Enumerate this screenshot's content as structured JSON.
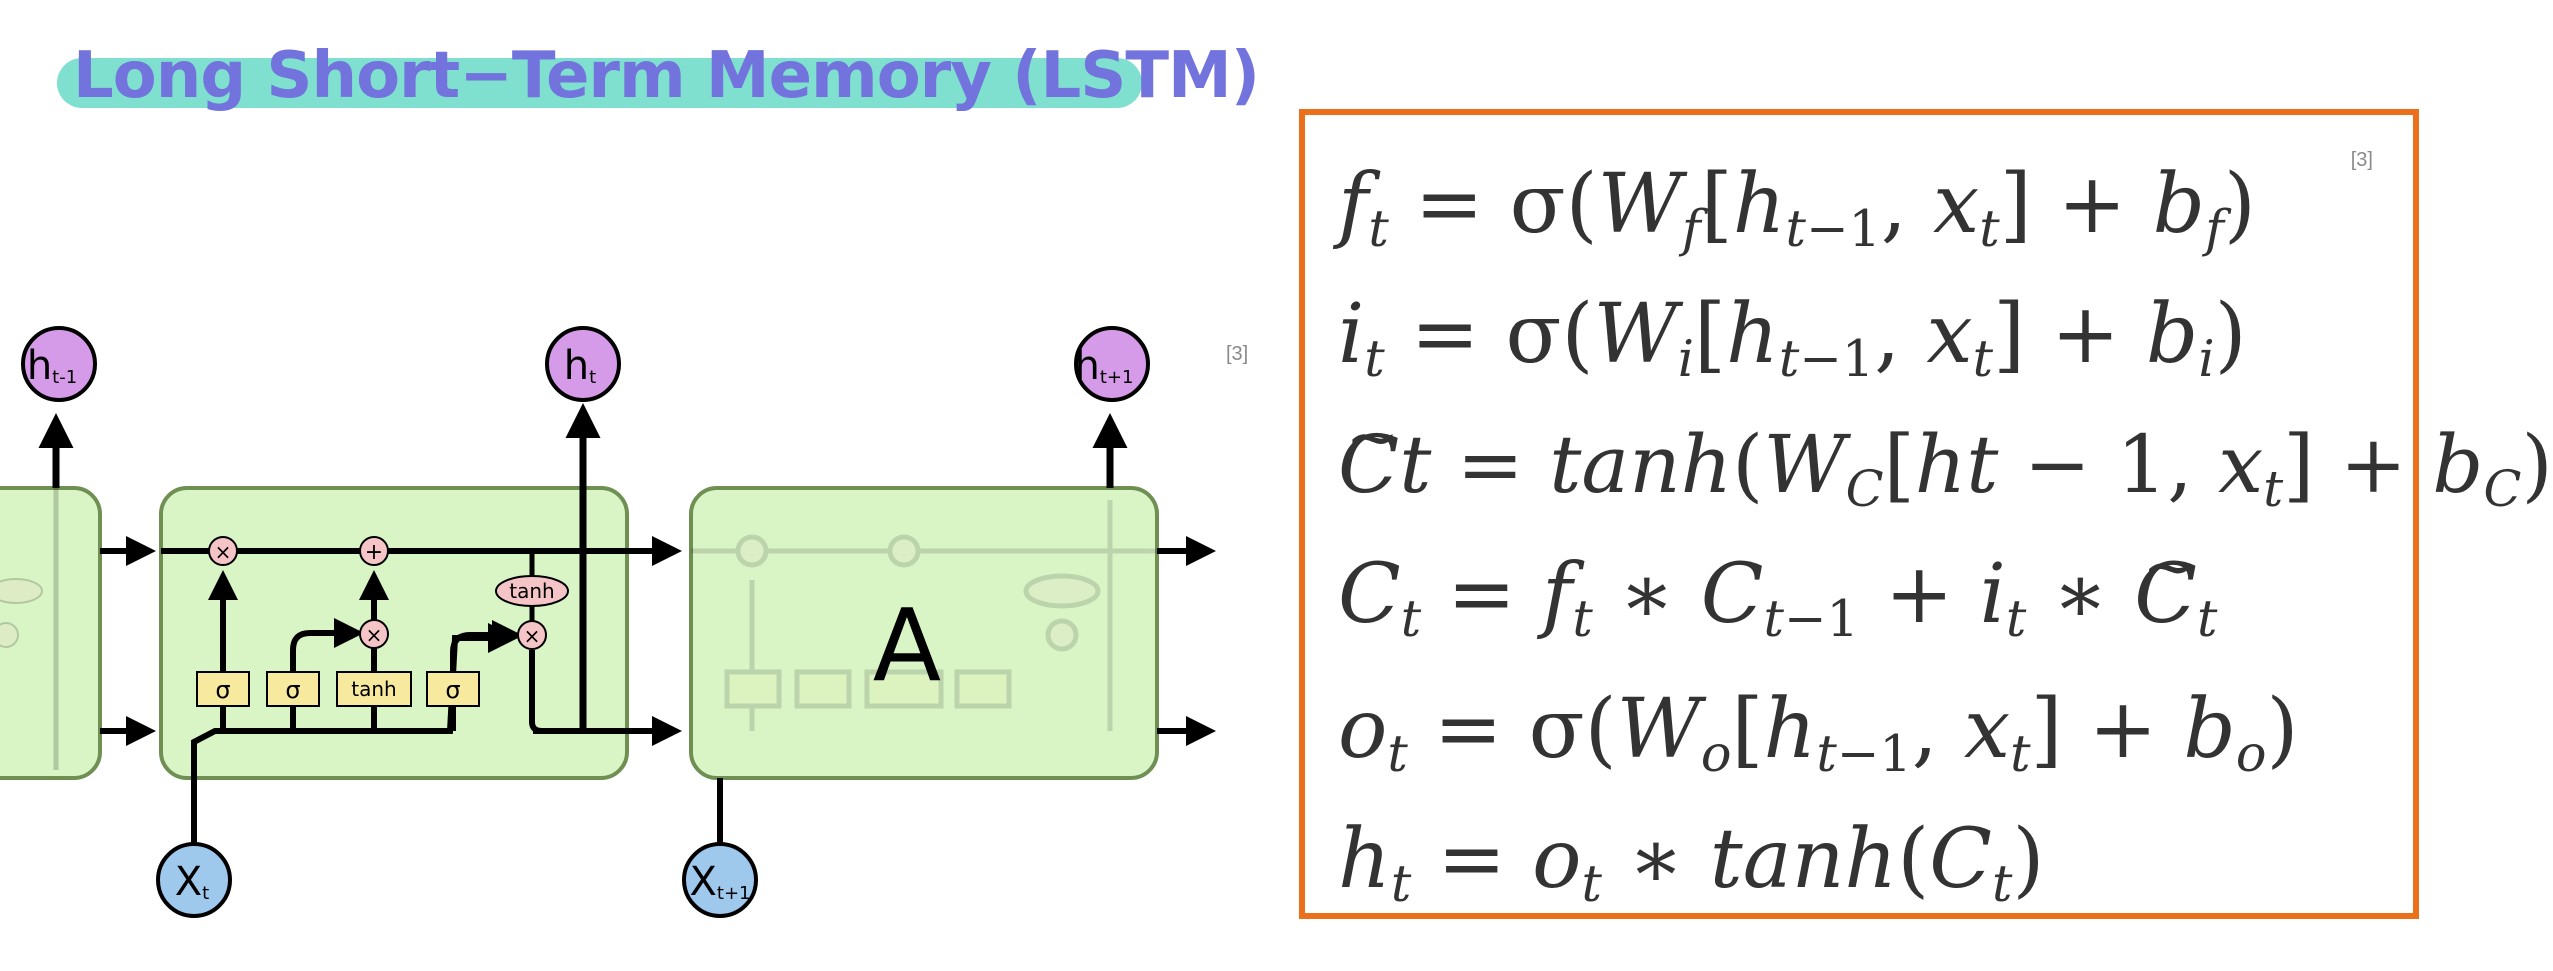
{
  "title": "Long Short−Term Memory (LSTM)",
  "ref_left": "[3]",
  "ref_right": "[3]",
  "diagram": {
    "hidden_labels": {
      "prev": "h",
      "prev_sub": "t-1",
      "cur": "h",
      "cur_sub": "t",
      "next": "h",
      "next_sub": "t+1"
    },
    "input_labels": {
      "cur": "X",
      "cur_sub": "t",
      "next": "X",
      "next_sub": "t+1"
    },
    "gate_labels": [
      "σ",
      "σ",
      "tanh",
      "σ"
    ],
    "tanh_label": "tanh",
    "mult_symbol": "×",
    "add_symbol": "+",
    "block_label": "A",
    "colors": {
      "cell": "#d9f5c6",
      "cell_border": "#6f8f53",
      "hidden": "#d59be8",
      "input": "#9fc8ed",
      "gate": "#f7ea9e",
      "op": "#f5c4c6"
    }
  },
  "equations": [
    {
      "id": "forget",
      "lhs": "f",
      "lhs_sub": "t",
      "rhs": "σ(W_f[h_t−1, x_t] + b_f)"
    },
    {
      "id": "input",
      "lhs": "i",
      "lhs_sub": "t",
      "rhs": "σ(W_i[h_t−1, x_t] + b_i)"
    },
    {
      "id": "candidate",
      "lhs": "C̃t",
      "rhs": "tanh(W_C[ht − 1, x_t] + b_C)"
    },
    {
      "id": "cell",
      "lhs": "C",
      "lhs_sub": "t",
      "rhs": "f_t ∗ C_t−1 + i_t ∗ C̃_t"
    },
    {
      "id": "output",
      "lhs": "o",
      "lhs_sub": "t",
      "rhs": "σ(W_o[h_t−1, x_t] + b_o)"
    },
    {
      "id": "hidden",
      "lhs": "h",
      "lhs_sub": "t",
      "rhs": "o_t ∗ tanh(C_t)"
    }
  ],
  "equation_color": "#333333",
  "box_color": "#ec6f1b"
}
